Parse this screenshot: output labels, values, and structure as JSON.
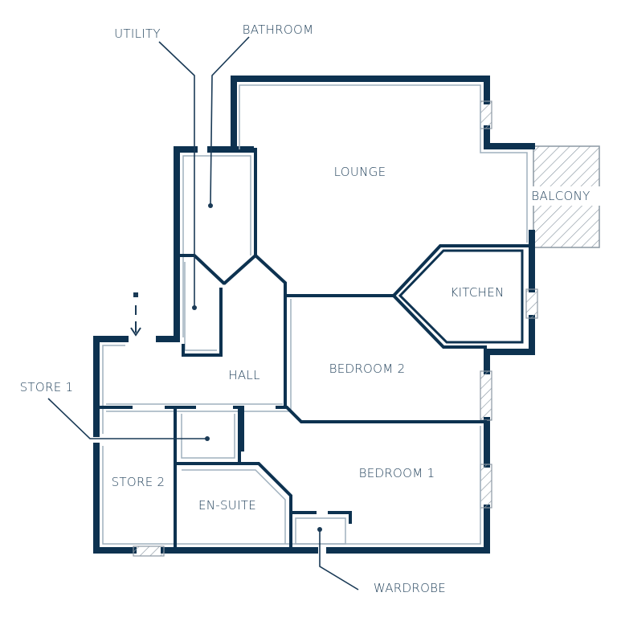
{
  "colors": {
    "wall": "#0d3250",
    "inner": "#9fb0bd",
    "label": "#1f3f59",
    "leader": "#1a3a56",
    "hatch": "#8c98a3",
    "background": "#ffffff"
  },
  "rooms": {
    "lounge": "LOUNGE",
    "balcony": "BALCONY",
    "kitchen": "KITCHEN",
    "bedroom2": "BEDROOM 2",
    "hall": "HALL",
    "bedroom1": "BEDROOM 1",
    "store2": "STORE 2",
    "ensuite": "EN-SUITE"
  },
  "callouts": {
    "utility": "UTILITY",
    "bathroom": "BATHROOM",
    "store1": "STORE 1",
    "wardrobe": "WARDROBE"
  },
  "entrance": {
    "icon": "entrance-arrow-icon"
  }
}
